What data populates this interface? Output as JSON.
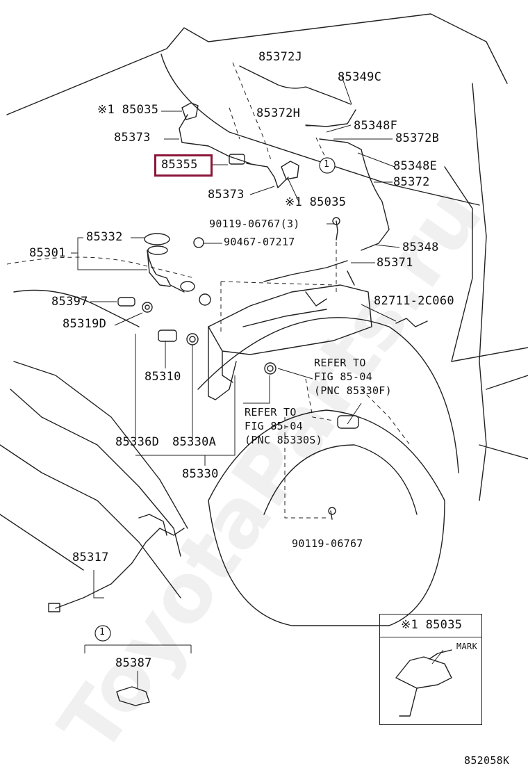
{
  "diagram": {
    "highlight_color": "#8b1538",
    "watermark": "ToyotaParts.ru",
    "drawing_code": "852058K",
    "highlighted_part": "85355",
    "labels": {
      "p85372J": "85372J",
      "p85349C": "85349C",
      "p85035_top": "※1 85035",
      "p85372H": "85372H",
      "p85348F": "85348F",
      "p85373_top": "85373",
      "p85372B": "85372B",
      "p85355": "85355",
      "p85348E": "85348E",
      "p85372": "85372",
      "p85373_mid": "85373",
      "p85035_mid": "※1 85035",
      "p90119_3": "90119-06767(3)",
      "p85332": "85332",
      "p85301": "85301",
      "p90467": "90467-07217",
      "p85348": "85348",
      "p85371": "85371",
      "p85397": "85397",
      "p82711": "82711-2C060",
      "p85319D": "85319D",
      "p85310": "85310",
      "refer1_l1": "REFER TO",
      "refer1_l2": "FIG 85-04",
      "refer1_l3": "(PNC 85330F)",
      "refer2_l1": "REFER TO",
      "refer2_l2": "FIG 85-04",
      "refer2_l3": "(PNC 85330S)",
      "p85336D": "85336D",
      "p85330A": "85330A",
      "p85330": "85330",
      "p90119": "90119-06767",
      "p85317": "85317",
      "p85387": "85387",
      "callout_1": "1",
      "inset_title": "※1 85035",
      "inset_mark": "MARK"
    }
  }
}
